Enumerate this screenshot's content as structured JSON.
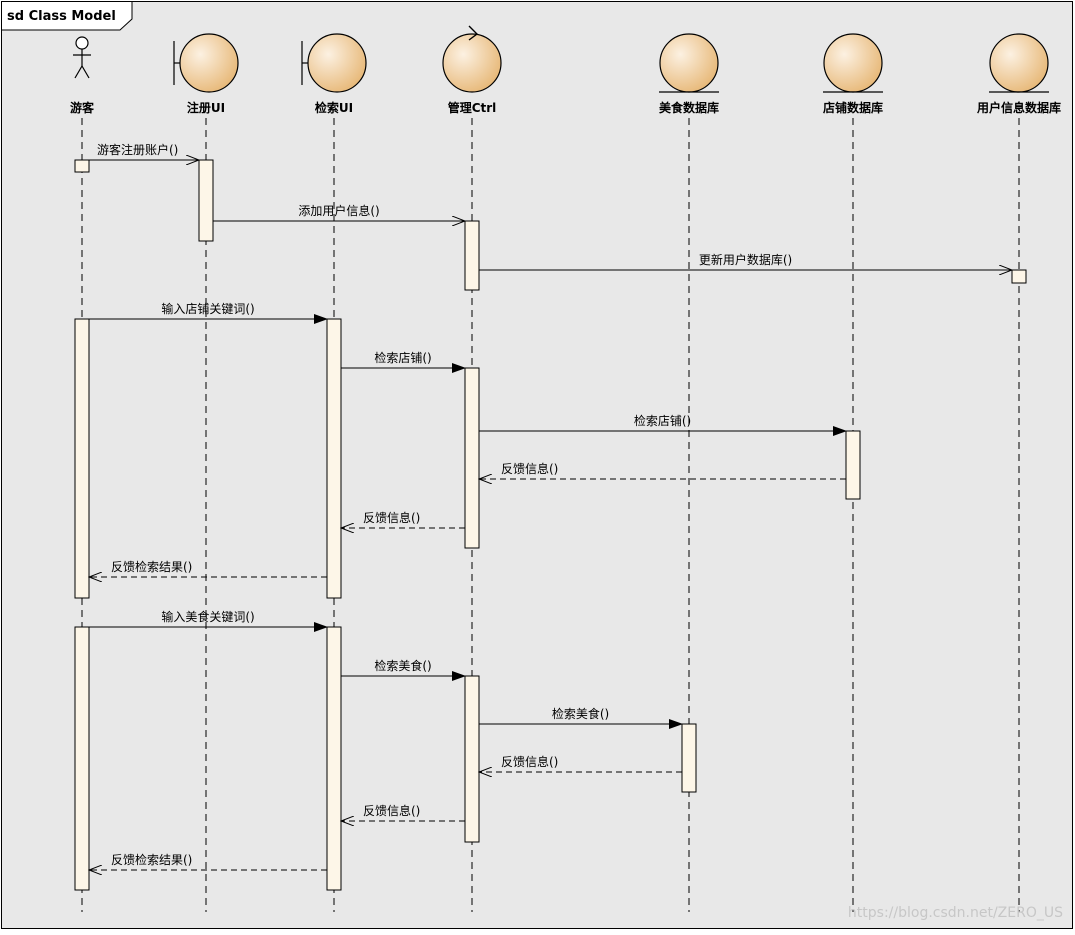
{
  "frame": {
    "title": "sd Class Model"
  },
  "colors": {
    "canvas": "#e8e8e8",
    "fill_light": "#fcf1e2",
    "fill_dark": "#e6b572",
    "activation": "#fdf6e8",
    "ink": "#000000",
    "watermark": "#c7c7c7"
  },
  "lifelines": [
    {
      "id": "visitor",
      "label": "游客",
      "kind": "actor"
    },
    {
      "id": "reg_ui",
      "label": "注册UI",
      "kind": "boundary"
    },
    {
      "id": "search_ui",
      "label": "检索UI",
      "kind": "boundary"
    },
    {
      "id": "ctrl",
      "label": "管理Ctrl",
      "kind": "control"
    },
    {
      "id": "food_db",
      "label": "美食数据库",
      "kind": "entity"
    },
    {
      "id": "shop_db",
      "label": "店铺数据库",
      "kind": "entity"
    },
    {
      "id": "user_db",
      "label": "用户信息数据库",
      "kind": "entity"
    }
  ],
  "messages": [
    {
      "from": "visitor",
      "to": "reg_ui",
      "label": "游客注册账户()",
      "kind": "async"
    },
    {
      "from": "reg_ui",
      "to": "ctrl",
      "label": "添加用户信息()",
      "kind": "async"
    },
    {
      "from": "ctrl",
      "to": "user_db",
      "label": "更新用户数据库()",
      "kind": "async"
    },
    {
      "from": "visitor",
      "to": "search_ui",
      "label": "输入店铺关键词()",
      "kind": "sync"
    },
    {
      "from": "search_ui",
      "to": "ctrl",
      "label": "检索店铺()",
      "kind": "sync"
    },
    {
      "from": "ctrl",
      "to": "shop_db",
      "label": "检索店铺()",
      "kind": "sync"
    },
    {
      "from": "shop_db",
      "to": "ctrl",
      "label": "反馈信息()",
      "kind": "return"
    },
    {
      "from": "ctrl",
      "to": "search_ui",
      "label": "反馈信息()",
      "kind": "return"
    },
    {
      "from": "search_ui",
      "to": "visitor",
      "label": "反馈检索结果()",
      "kind": "return"
    },
    {
      "from": "visitor",
      "to": "search_ui",
      "label": "输入美食关键词()",
      "kind": "sync"
    },
    {
      "from": "search_ui",
      "to": "ctrl",
      "label": "检索美食()",
      "kind": "sync"
    },
    {
      "from": "ctrl",
      "to": "food_db",
      "label": "检索美食()",
      "kind": "sync"
    },
    {
      "from": "food_db",
      "to": "ctrl",
      "label": "反馈信息()",
      "kind": "return"
    },
    {
      "from": "ctrl",
      "to": "search_ui",
      "label": "反馈信息()",
      "kind": "return"
    },
    {
      "from": "search_ui",
      "to": "visitor",
      "label": "反馈检索结果()",
      "kind": "return"
    }
  ],
  "watermark": "https://blog.csdn.net/ZERO_US"
}
